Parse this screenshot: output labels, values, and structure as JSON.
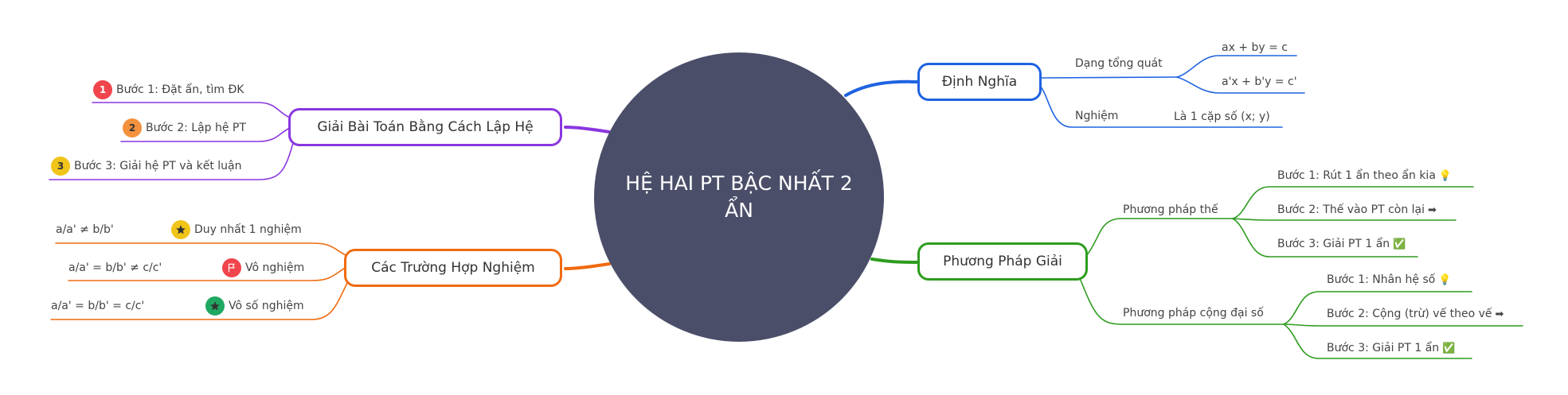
{
  "center": {
    "title": "HỆ HAI PT BẬC NHẤT 2 ẨN"
  },
  "colors": {
    "center": "#4a4e69",
    "blue": "#1f63e0",
    "green": "#2e9c1f",
    "purple": "#8a37e0",
    "orange": "#ef6b10"
  },
  "branches": {
    "dinh_nghia": {
      "label": "Định Nghĩa",
      "dang_tong_quat": {
        "label": "Dạng tổng quát",
        "eq1": "ax + by = c",
        "eq2": "a'x + b'y = c'"
      },
      "nghiem": {
        "label": "Nghiệm",
        "value": "Là 1 cặp số (x; y)"
      }
    },
    "phuong_phap_giai": {
      "label": "Phương Pháp Giải",
      "the": {
        "label": "Phương pháp thế",
        "step1": "Bước 1: Rút 1 ẩn theo ẩn kia",
        "step2": "Bước 2: Thế vào PT còn lại",
        "step3": "Bước 3: Giải PT 1 ẩn"
      },
      "cong": {
        "label": "Phương pháp cộng đại số",
        "step1": "Bước 1: Nhân hệ số",
        "step2": "Bước 2: Cộng (trừ) vế theo vế",
        "step3": "Bước 3: Giải PT 1 ẩn"
      },
      "icons": {
        "bulb": "💡",
        "arrow": "➡",
        "check": "✅"
      }
    },
    "giai_bai_toan": {
      "label": "Giải Bài Toán Bằng Cách Lập Hệ",
      "steps": [
        {
          "num": "1",
          "text": "Bước 1: Đặt ẩn, tìm ĐK",
          "color": "#f0454d"
        },
        {
          "num": "2",
          "text": "Bước 2: Lập hệ PT",
          "color": "#f4913e"
        },
        {
          "num": "3",
          "text": "Bước 3: Giải hệ PT và kết luận",
          "color": "#f0c419"
        }
      ]
    },
    "truong_hop": {
      "label": "Các Trường Hợp Nghiệm",
      "cases": [
        {
          "condition": "a/a' ≠ b/b'",
          "result": "Duy nhất 1 nghiệm",
          "icon": "star-icon",
          "color": "#f0c419"
        },
        {
          "condition": "a/a' = b/b' ≠ c/c'",
          "result": "Vô nghiệm",
          "icon": "flag-icon",
          "color": "#f0454d"
        },
        {
          "condition": "a/a' = b/b' = c/c'",
          "result": "Vô số nghiệm",
          "icon": "star-icon",
          "color": "#1fa862"
        }
      ]
    }
  }
}
